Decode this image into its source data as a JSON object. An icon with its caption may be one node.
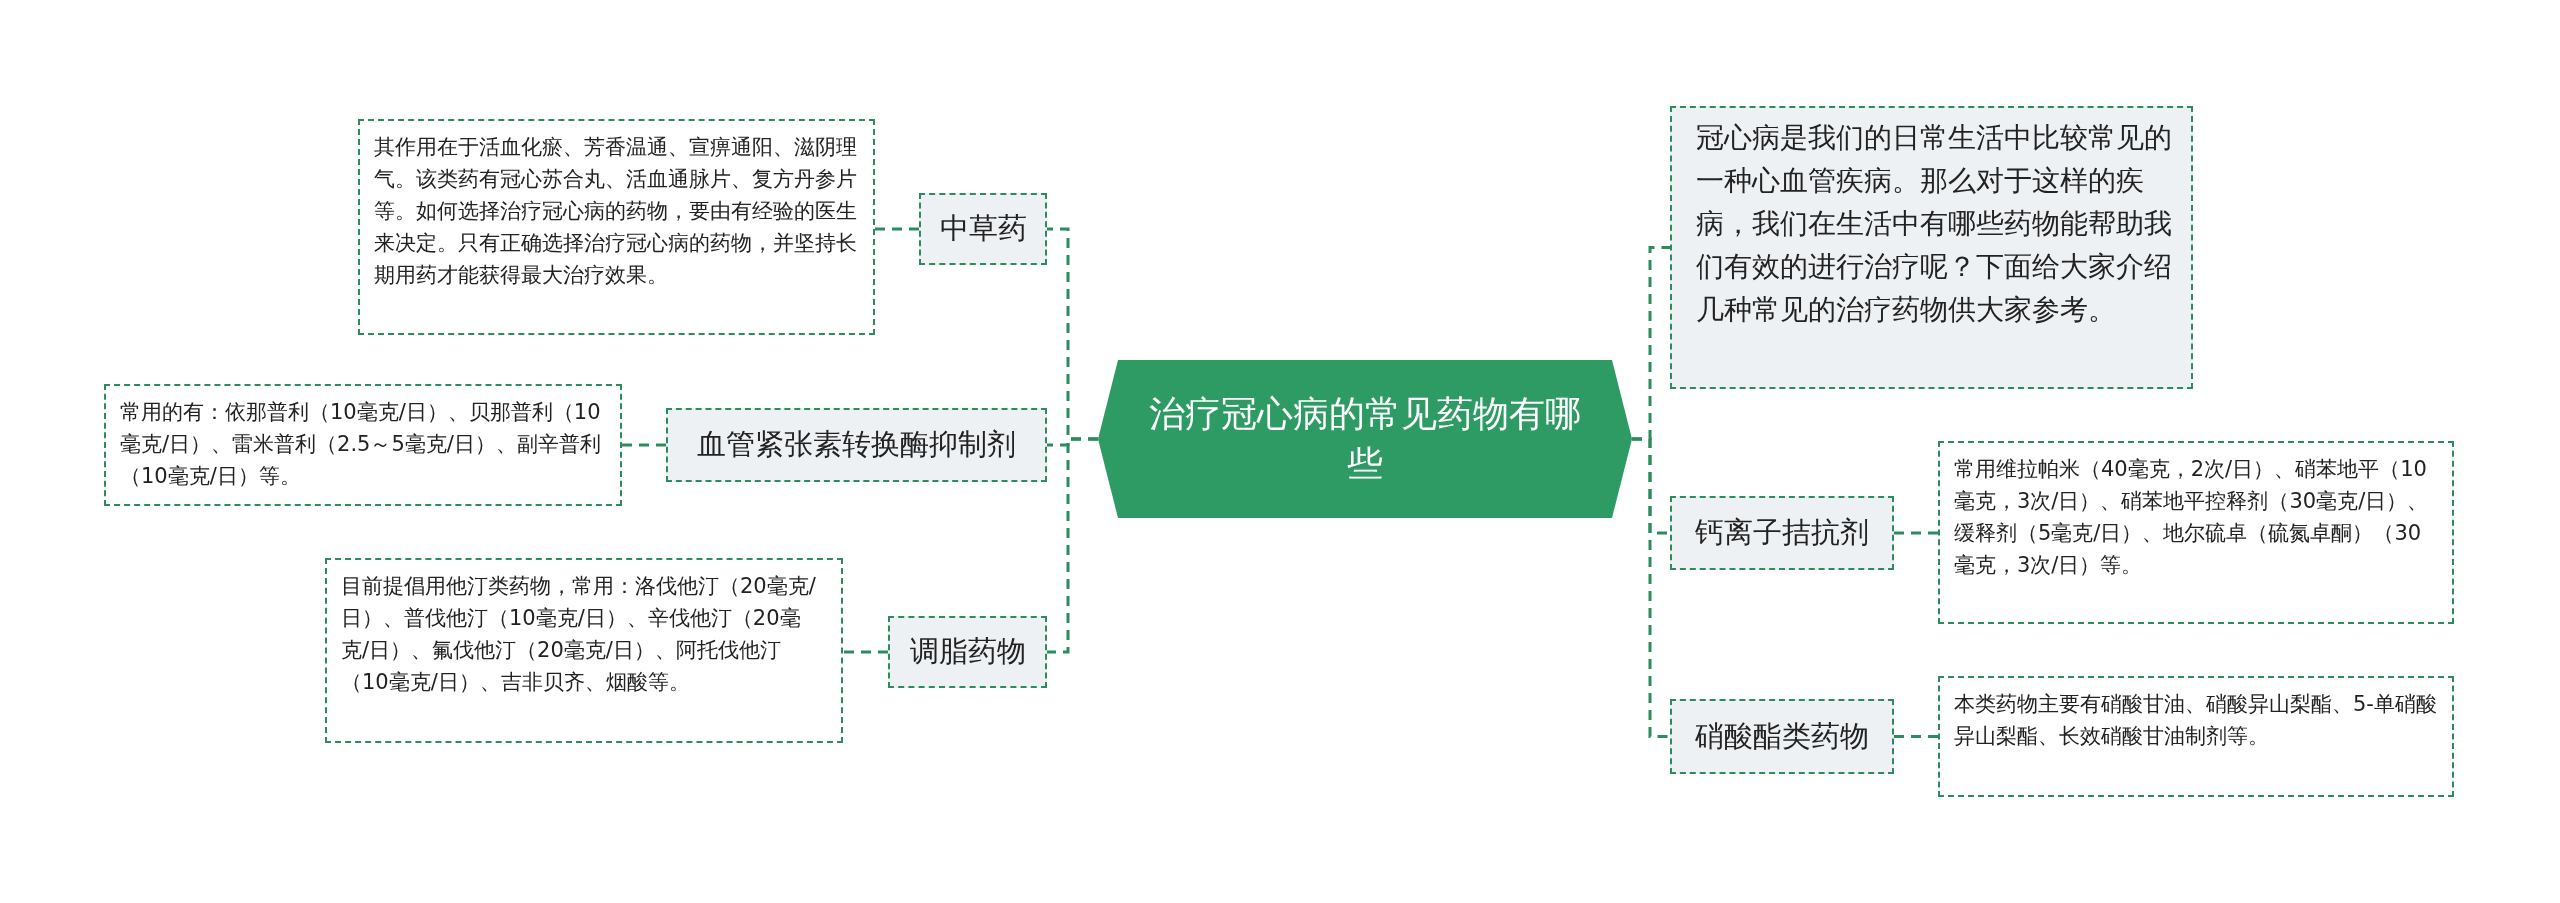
{
  "diagram": {
    "nodes": [
      {
        "text": [
          "治疗冠心病的常见药物有哪些"
        ]
      },
      {
        "text": [
          "中草药"
        ]
      },
      {
        "text": [
          "其作用在于活血化瘀、芳香温通、宣痹通阳、滋阴理气。该类药有冠心苏合丸、活血通脉片、复方丹参片等。如何选择治疗冠心病的药物，要由有经验的医生来决定。只有正确选择治疗冠心病的药物，并坚持长期用药才能获得最大治疗效果。"
        ]
      },
      {
        "text": [
          "血管紧张素转换酶抑制剂"
        ]
      },
      {
        "text": [
          "常用的有：依那普利（10毫克/日）、贝那普利（10毫克/日）、雷米普利（2.5～5毫克/日）、副辛普利（10毫克/日）等。"
        ]
      },
      {
        "text": [
          "调脂药物"
        ]
      },
      {
        "text": [
          "目前提倡用他汀类药物，常用：洛伐他汀（20毫克/日）、普伐他汀（10毫克/日）、辛伐他汀（20毫克/日）、氟伐他汀（20毫克/日）、阿托伐他汀（10毫克/日）、吉非贝齐、烟酸等。"
        ]
      },
      {
        "text": [
          "冠心病是我们的日常生活中比较常见的一种心血管疾病。那么对于这样的疾病，我们在生活中有哪些药物能帮助我们有效的进行治疗呢？下面给大家介绍几种常见的治疗药物供大家参考。"
        ]
      },
      {
        "text": [
          "钙离子拮抗剂"
        ]
      },
      {
        "text": [
          "常用维拉帕米（40毫克，2次/日）、硝苯地平（10毫克，3次/日）、硝苯地平控释剂（30毫克/日）、缓释剂（5毫克/日）、地尔硫卓（硫氮卓酮）（30毫克，3次/日）等。"
        ]
      },
      {
        "text": [
          "硝酸酯类药物"
        ]
      },
      {
        "text": [
          "本类药物主要有硝酸甘油、硝酸异山梨酯、5-单硝酸异山梨酯、长效硝酸甘油制剂等。"
        ]
      }
    ],
    "edges": [
      {
        "from": 0,
        "to": 1,
        "arrow": "none"
      },
      {
        "from": 1,
        "to": 2,
        "arrow": "none"
      },
      {
        "from": 0,
        "to": 3,
        "arrow": "none"
      },
      {
        "from": 3,
        "to": 4,
        "arrow": "none"
      },
      {
        "from": 0,
        "to": 5,
        "arrow": "none"
      },
      {
        "from": 5,
        "to": 6,
        "arrow": "none"
      },
      {
        "from": 0,
        "to": 7,
        "arrow": "none"
      },
      {
        "from": 0,
        "to": 8,
        "arrow": "none"
      },
      {
        "from": 8,
        "to": 9,
        "arrow": "none"
      },
      {
        "from": 0,
        "to": 10,
        "arrow": "none"
      },
      {
        "from": 10,
        "to": 11,
        "arrow": "none"
      }
    ]
  }
}
